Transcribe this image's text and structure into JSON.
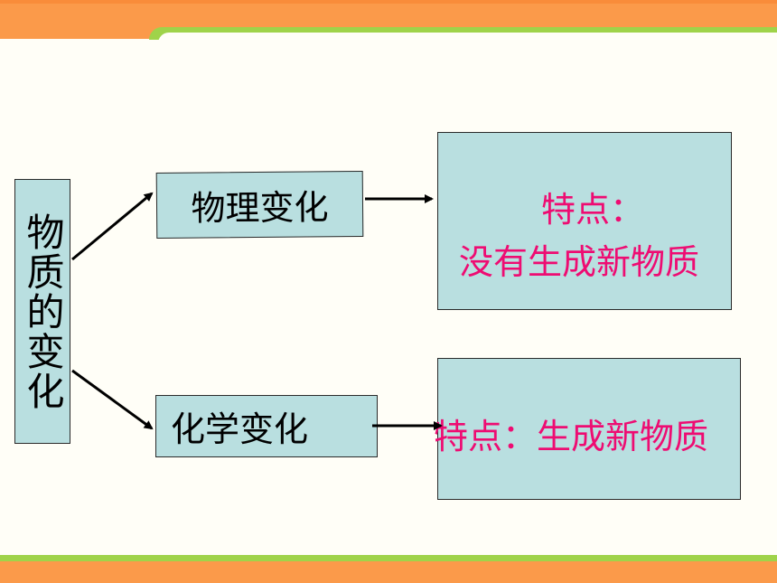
{
  "diagram": {
    "main_title": "物质的变化",
    "physical_change": "物理变化",
    "chemical_change": "化学变化",
    "feature_1_label": "特点：",
    "feature_1_text": "没有生成新物质",
    "feature_2_text": "特点：生成新物质"
  },
  "colors": {
    "accent_orange": "#fb9a4a",
    "accent_green": "#9fd34a",
    "box_fill": "#b9dfe0",
    "highlight_text": "#ee0c72"
  }
}
